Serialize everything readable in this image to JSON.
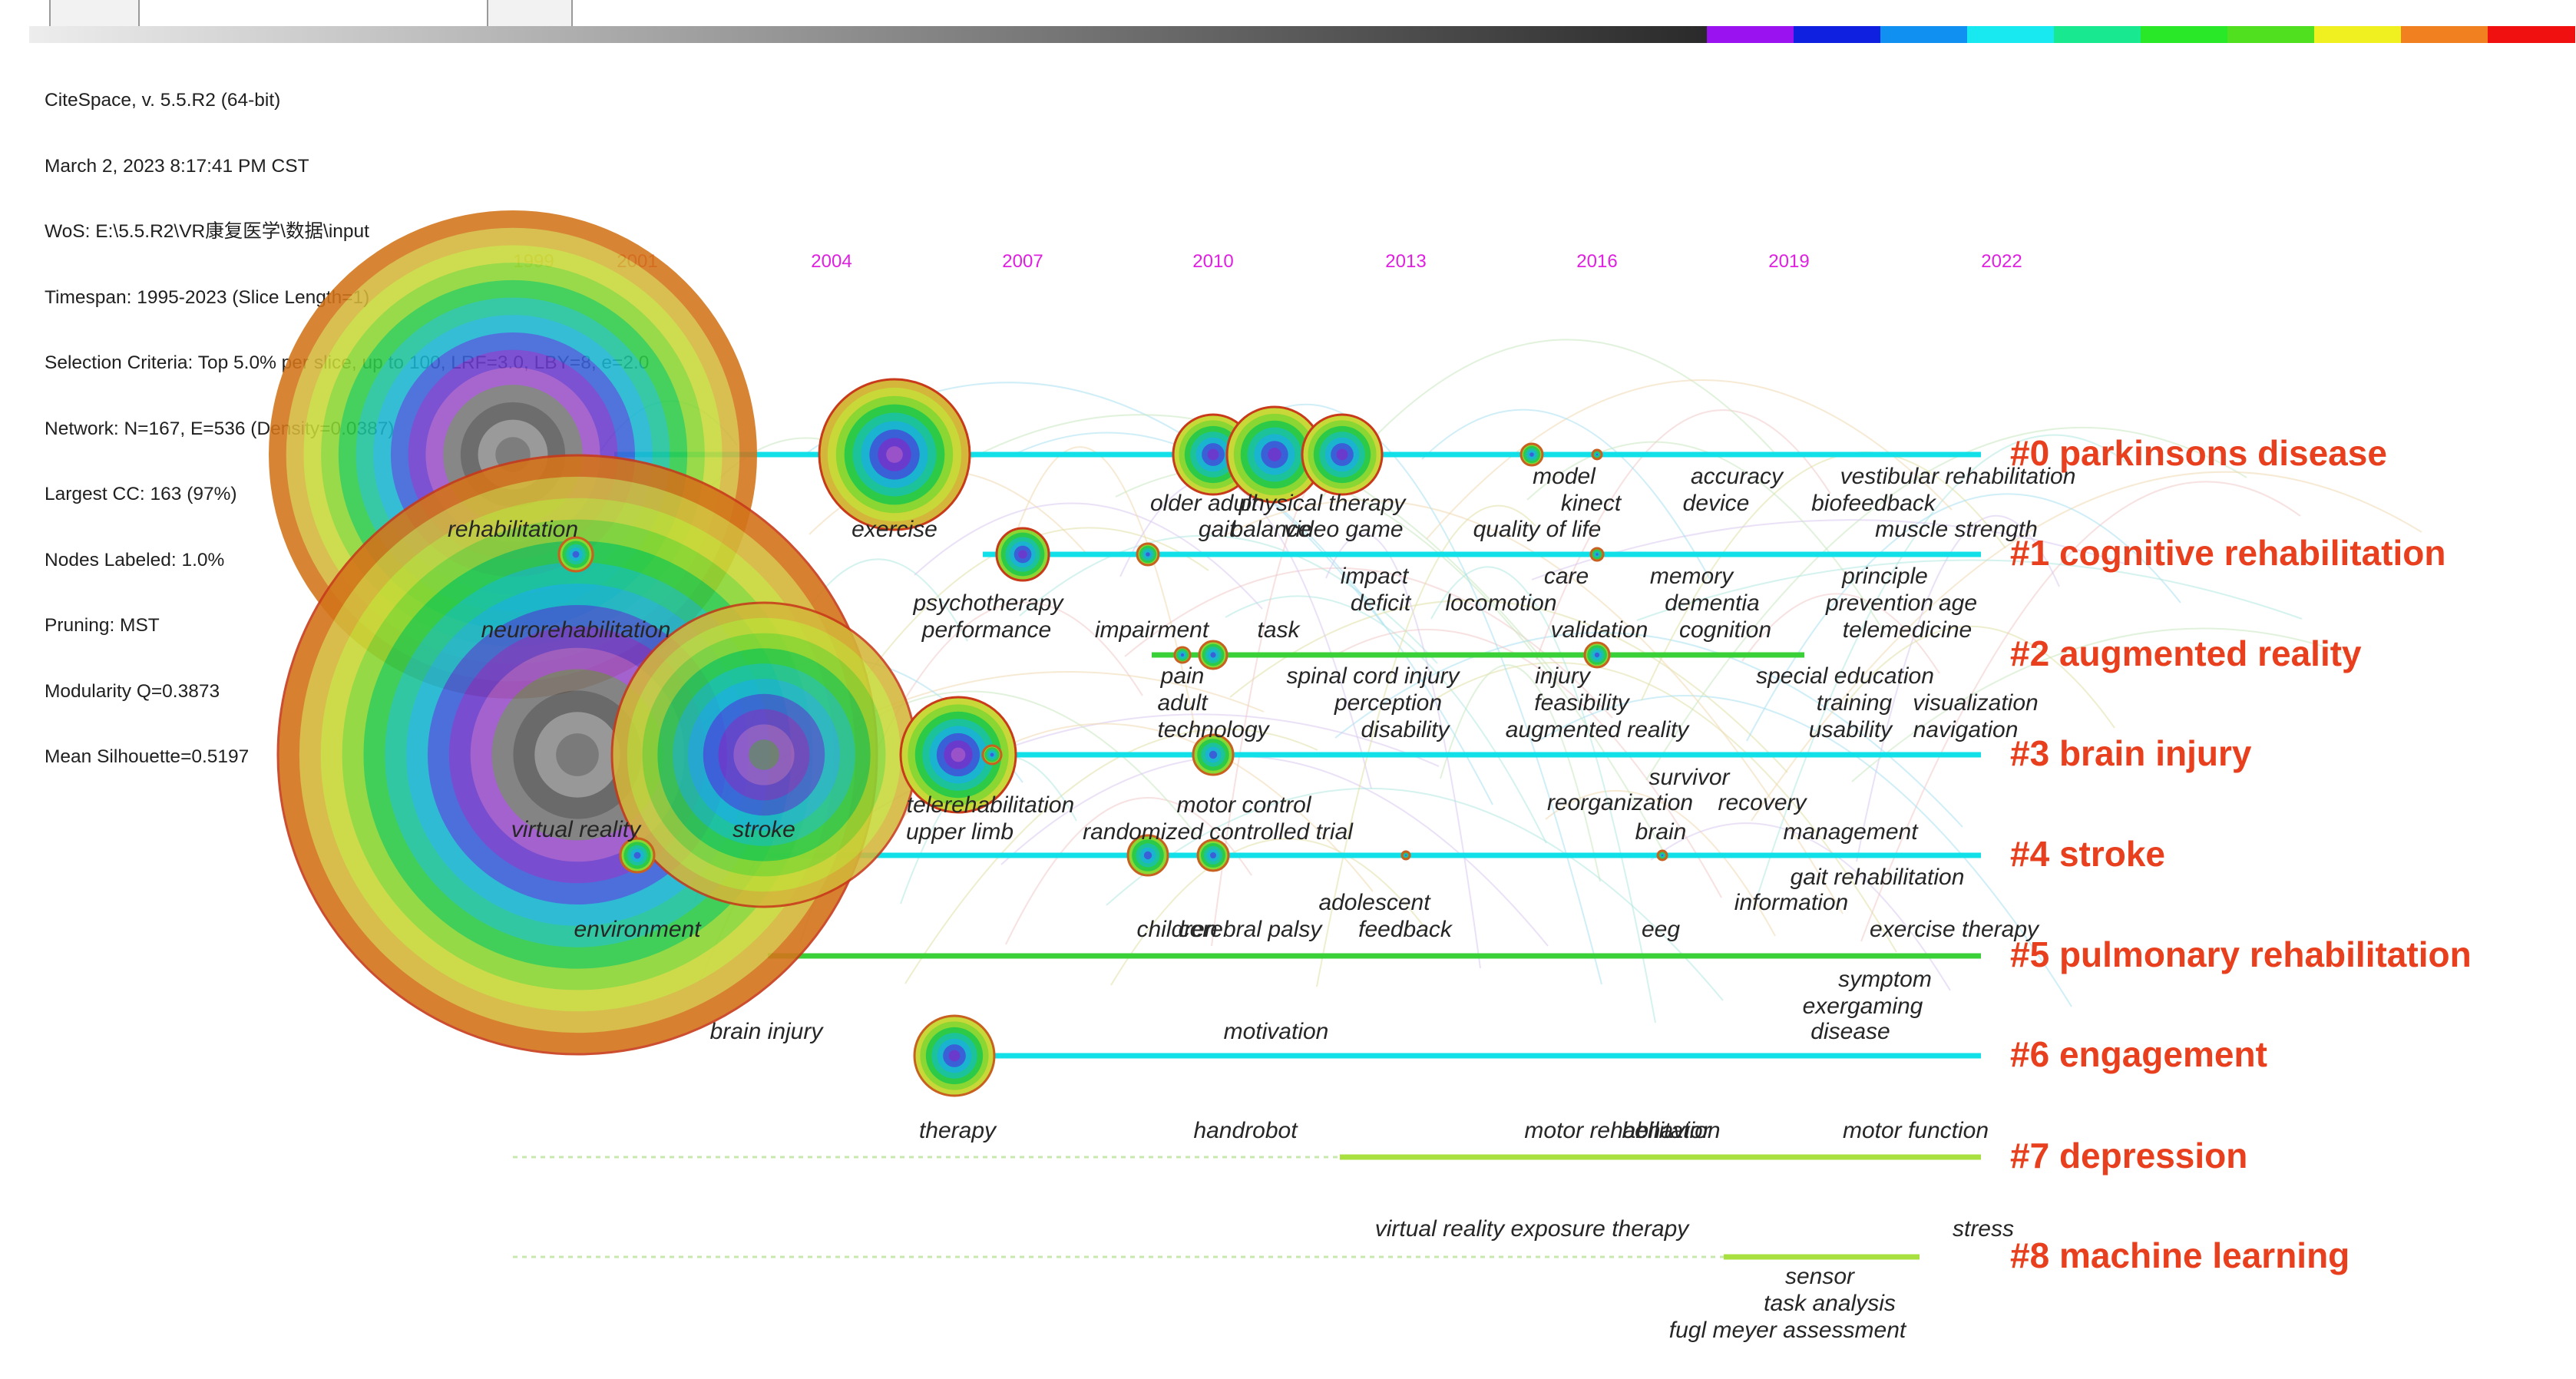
{
  "meta_lines": [
    "CiteSpace, v. 5.5.R2 (64-bit)",
    "March 2, 2023 8:17:41 PM CST",
    "WoS: E:\\5.5.R2\\VR康复医学\\数据\\input",
    "Timespan: 1995-2023 (Slice Length=1)",
    "Selection Criteria: Top 5.0% per slice, up to 100, LRF=3.0, LBY=8, e=2.0",
    "Network: N=167, E=536 (Density=0.0387)",
    "Largest CC: 163 (97%)",
    "Nodes Labeled: 1.0%",
    "Pruning: MST",
    "Modularity Q=0.3873",
    "Mean Silhouette=0.5197"
  ],
  "colors": {
    "year_label": "#e020e0",
    "year_label_early": "#e6b84a",
    "year_label_2001": "#e04040",
    "cluster_label": "#e8401e",
    "timeline": "#12e0e8",
    "timeline_green": "#3ad038",
    "timeline_lime": "#a8e040",
    "legend_colors": [
      "#9b12f0",
      "#1020e0",
      "#1090f0",
      "#18e8f0",
      "#18e890",
      "#28e828",
      "#50e020",
      "#f0f020",
      "#f08020",
      "#f01010"
    ]
  },
  "years": [
    "1999",
    "2001",
    "2004",
    "2007",
    "2010",
    "2013",
    "2016",
    "2019",
    "2022"
  ],
  "clusters": [
    {
      "id": "#0",
      "label": "#0 parkinsons disease",
      "line": "cyan"
    },
    {
      "id": "#1",
      "label": "#1 cognitive rehabilitation",
      "line": "cyan"
    },
    {
      "id": "#2",
      "label": "#2 augmented reality",
      "line": "green"
    },
    {
      "id": "#3",
      "label": "#3 brain injury",
      "line": "cyan"
    },
    {
      "id": "#4",
      "label": "#4 stroke",
      "line": "cyan"
    },
    {
      "id": "#5",
      "label": "#5 pulmonary rehabilitation",
      "line": "green"
    },
    {
      "id": "#6",
      "label": "#6 engagement",
      "line": "cyan"
    },
    {
      "id": "#7",
      "label": "#7 depression",
      "line": "lime"
    },
    {
      "id": "#8",
      "label": "#8 machine learning",
      "line": "lime"
    }
  ],
  "keywords": [
    "rehabilitation",
    "exercise",
    "older adult",
    "physical therapy",
    "model",
    "kinect",
    "accuracy",
    "vestibular rehabilitation",
    "device",
    "biofeedback",
    "gait",
    "balance",
    "video game",
    "quality of life",
    "muscle strength",
    "neurorehabilitation",
    "psychotherapy",
    "impact",
    "deficit",
    "care",
    "memory",
    "principle",
    "performance",
    "impairment",
    "task",
    "locomotion",
    "dementia",
    "prevention",
    "age",
    "validation",
    "cognition",
    "telemedicine",
    "pain",
    "spinal cord injury",
    "injury",
    "special education",
    "adult",
    "perception",
    "feasibility",
    "training",
    "visualization",
    "technology",
    "disability",
    "augmented reality",
    "usability",
    "navigation",
    "survivor",
    "reorganization",
    "recovery",
    "telerehabilitation",
    "motor control",
    "virtual reality",
    "stroke",
    "upper limb",
    "randomized controlled trial",
    "brain",
    "management",
    "gait rehabilitation",
    "adolescent",
    "information",
    "children",
    "cerebral palsy",
    "feedback",
    "environment",
    "eeg",
    "exercise therapy",
    "symptom",
    "exergaming",
    "brain injury",
    "motivation",
    "disease",
    "therapy",
    "handrobot",
    "motor rehabilitation",
    "behavior",
    "motor function",
    "virtual reality exposure therapy",
    "stress",
    "sensor",
    "task analysis",
    "fugl meyer assessment"
  ]
}
